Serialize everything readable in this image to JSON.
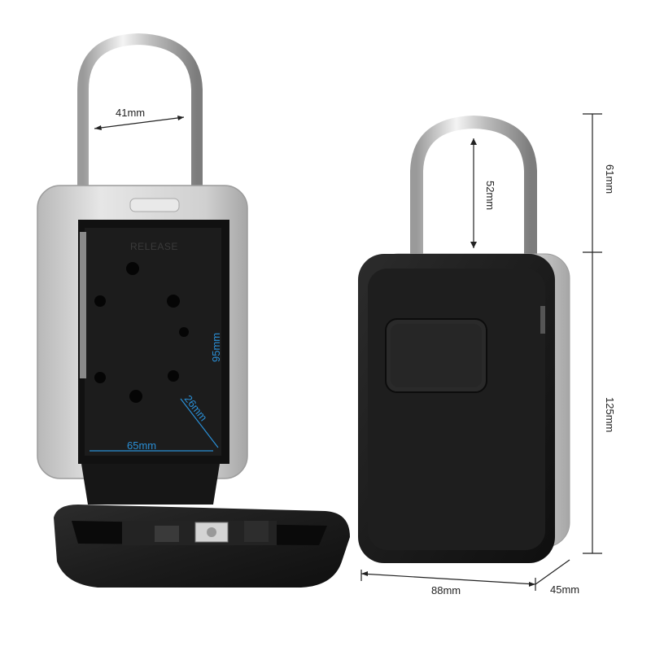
{
  "product": "key lock box with shackle",
  "dimensions": {
    "shackle_inner_width": "41mm",
    "shackle_inner_height": "52mm",
    "shackle_total_height": "61mm",
    "body_height": "125mm",
    "body_width": "88mm",
    "body_depth": "45mm",
    "interior_height": "95mm",
    "interior_depth": "26mm",
    "interior_width": "65mm"
  },
  "colors": {
    "body_black": "#1a1a1a",
    "frame_silver": "#c9c9c9",
    "shackle_chrome": "#d8d8d8",
    "dimension_blue": "#2a8fd6"
  }
}
